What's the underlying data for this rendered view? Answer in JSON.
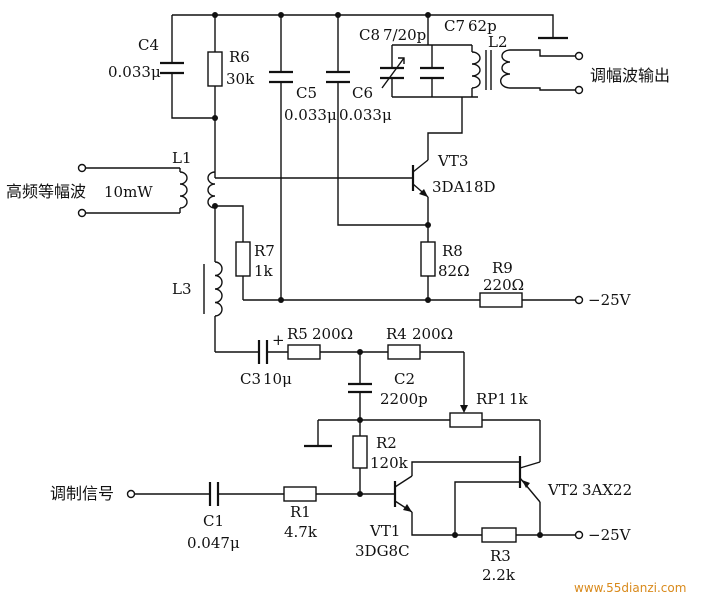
{
  "components": {
    "c4": {
      "ref": "C4",
      "value": "0.033μ"
    },
    "r6": {
      "ref": "R6",
      "value": "30k"
    },
    "c5": {
      "ref": "C5",
      "value": "0.033μ"
    },
    "c6": {
      "ref": "C6",
      "value": "0.033μ"
    },
    "c8": {
      "ref": "C8",
      "value": "7/20p"
    },
    "c7": {
      "ref": "C7",
      "value": "62p"
    },
    "l2": {
      "ref": "L2"
    },
    "l1": {
      "ref": "L1"
    },
    "vt3": {
      "ref": "VT3",
      "value": "3DA18D"
    },
    "r7": {
      "ref": "R7",
      "value": "1k"
    },
    "r8": {
      "ref": "R8",
      "value": "82Ω"
    },
    "r9": {
      "ref": "R9",
      "value": "220Ω"
    },
    "l3": {
      "ref": "L3"
    },
    "c3": {
      "ref": "C3",
      "value": "10μ"
    },
    "r5": {
      "ref": "R5",
      "value": "200Ω"
    },
    "r4": {
      "ref": "R4",
      "value": "200Ω"
    },
    "c2": {
      "ref": "C2",
      "value": "2200p"
    },
    "rp1": {
      "ref": "RP1",
      "value": "1k"
    },
    "r2": {
      "ref": "R2",
      "value": "120k"
    },
    "vt2": {
      "ref": "VT2",
      "value": "3AX22"
    },
    "c1": {
      "ref": "C1",
      "value": "0.047μ"
    },
    "r1": {
      "ref": "R1",
      "value": "4.7k"
    },
    "vt1": {
      "ref": "VT1",
      "value": "3DG8C"
    },
    "r3": {
      "ref": "R3",
      "value": "2.2k"
    }
  },
  "ports": {
    "output": "调幅波输出",
    "input_rf": "高频等幅波",
    "input_rf_power": "10mW",
    "input_mod": "调制信号"
  },
  "supply": {
    "neg25_top": "−25V",
    "neg25_bottom": "−25V"
  },
  "polarity_mark": "+",
  "watermark": "www.55dianzi.com"
}
